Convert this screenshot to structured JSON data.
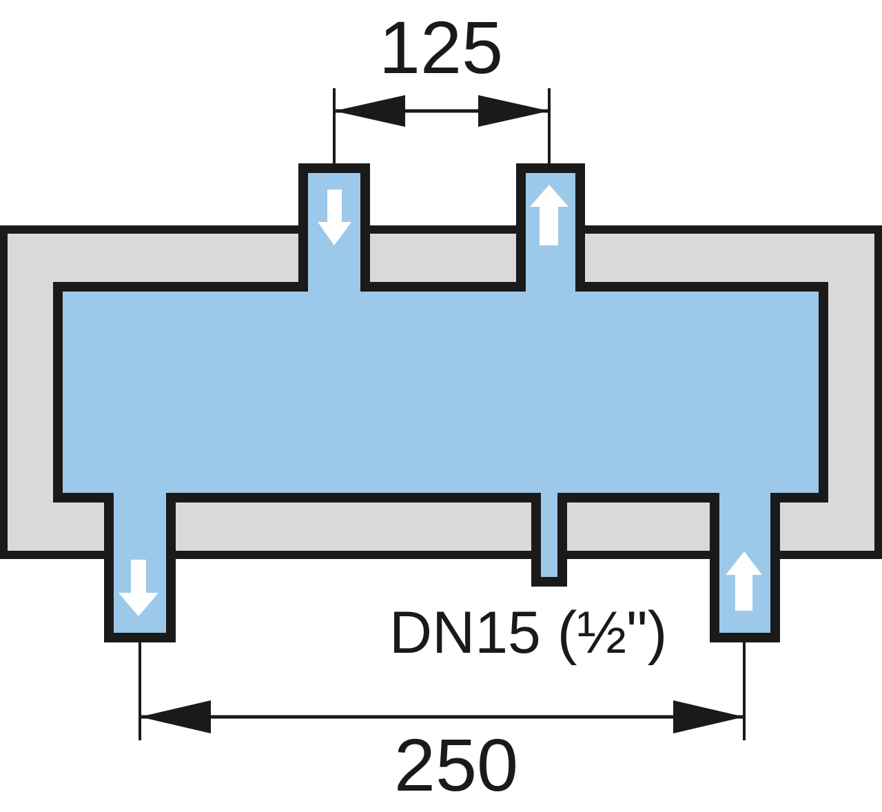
{
  "dimensions": {
    "top_spacing": "125",
    "bottom_spacing": "250"
  },
  "labels": {
    "connection_size": "DN15 (½\")"
  },
  "colors": {
    "insulation": "#d9d9d9",
    "water": "#9cc9ea",
    "outline": "#1a1a1a",
    "flow_arrow": "#ffffff"
  },
  "flow_arrows": [
    "down",
    "up",
    "down",
    "up"
  ]
}
